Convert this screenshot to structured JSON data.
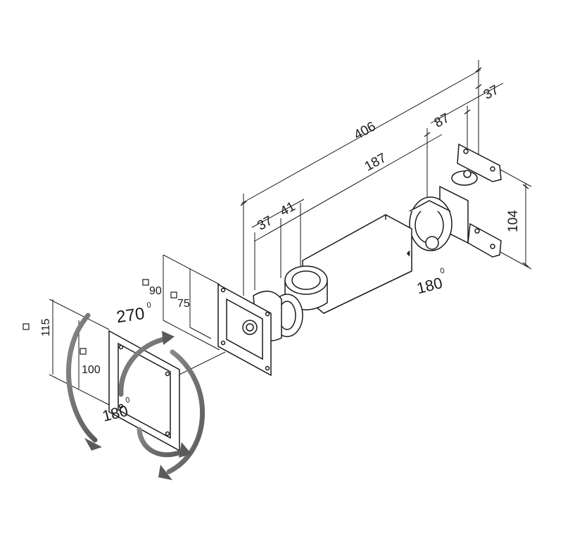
{
  "dimensions": {
    "total_length": "406",
    "arm_length": "187",
    "wall_offset_87": "87",
    "wall_offset_37": "37",
    "head_37": "37",
    "head_41": "41",
    "wall_plate_height": "104",
    "vesa_90": "90",
    "vesa_75": "75",
    "vesa_115": "115",
    "vesa_100": "100"
  },
  "angles": {
    "rotation": "270",
    "tilt": "180",
    "swivel_wall": "180",
    "degree_symbol": "0"
  }
}
